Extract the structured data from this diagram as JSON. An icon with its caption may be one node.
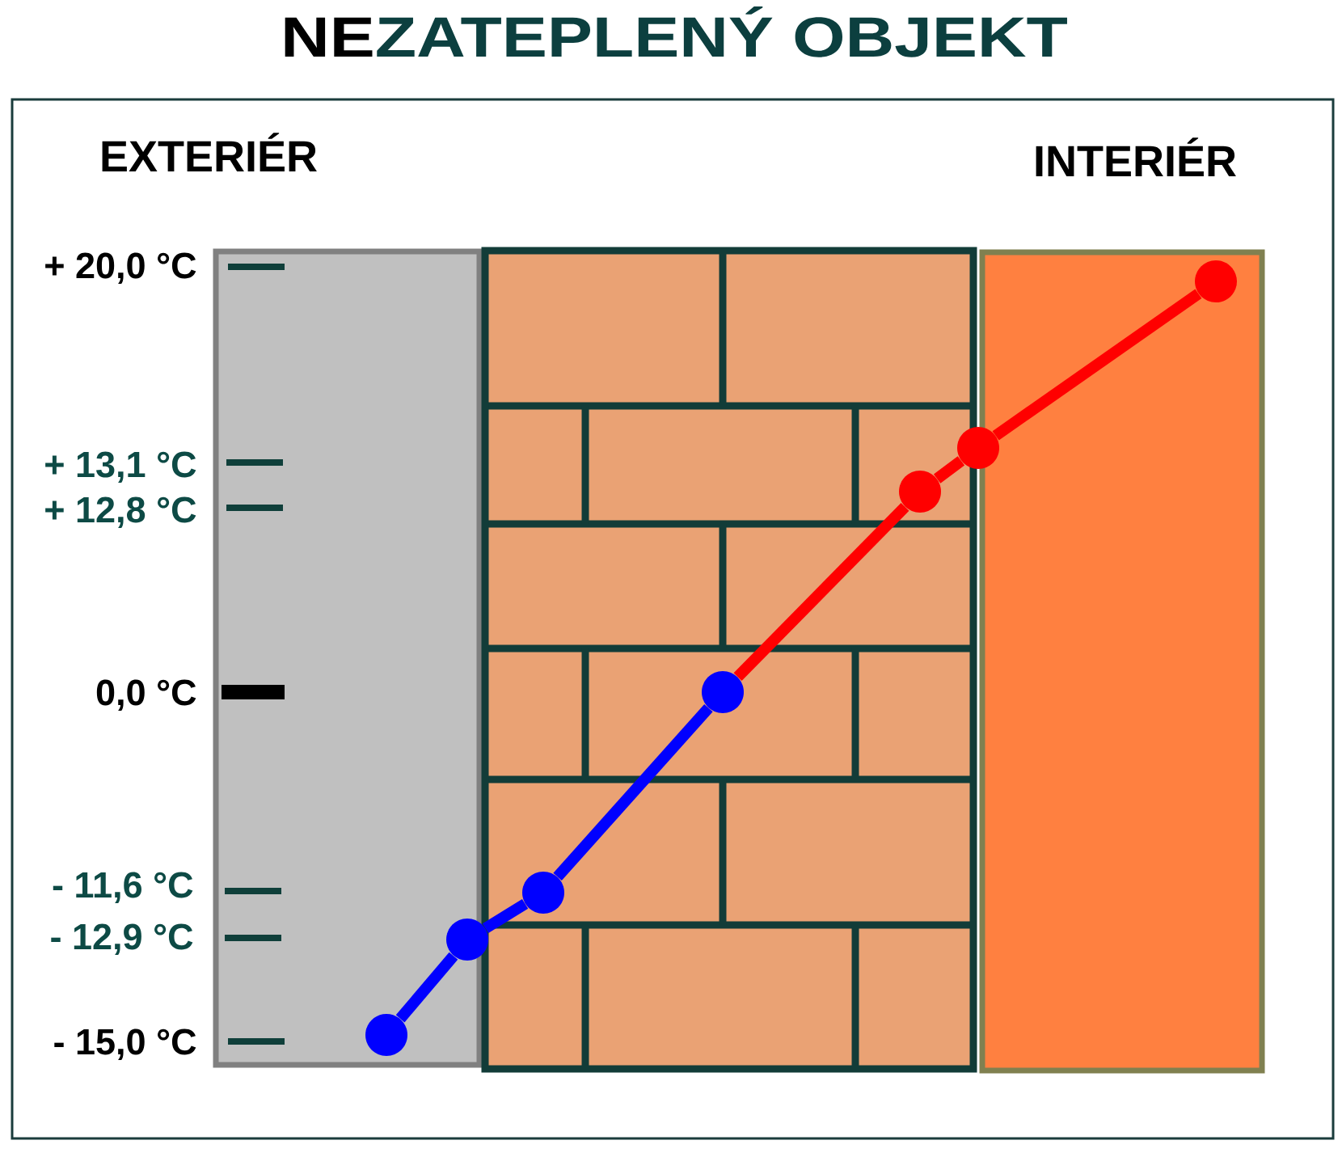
{
  "diagram": {
    "title": "**NE**ZATEPLENÝ OBJEKT",
    "nodes": [
      {
        "text": [],
        "shape": "circle"
      },
      {
        "text": [],
        "shape": "circle"
      },
      {
        "text": [],
        "shape": "circle"
      },
      {
        "text": [],
        "shape": "circle"
      },
      {
        "text": [],
        "shape": "circle"
      },
      {
        "text": [],
        "shape": "circle"
      },
      {
        "text": [],
        "shape": "circle"
      }
    ],
    "edges": [
      {
        "from": 0,
        "to": 1,
        "arrow": "none",
        "color": "#0000ff"
      },
      {
        "from": 1,
        "to": 2,
        "arrow": "none",
        "color": "#0000ff"
      },
      {
        "from": 2,
        "to": 3,
        "arrow": "none",
        "color": "#0000ff"
      },
      {
        "from": 3,
        "to": 4,
        "arrow": "none",
        "color": "#ff0000"
      },
      {
        "from": 4,
        "to": 5,
        "arrow": "none",
        "color": "#ff0000"
      },
      {
        "from": 5,
        "to": 6,
        "arrow": "none",
        "color": "#ff0000"
      }
    ],
    "labels": [
      "EXTERIÉR",
      "INTERIÉR",
      "+ 20,0 °C",
      "+ 13,1 °C",
      "+ 12,8 °C",
      "0,0 °C",
      "- 11,6 °C",
      "- 12,9 °C",
      "- 15,0 °C"
    ]
  }
}
